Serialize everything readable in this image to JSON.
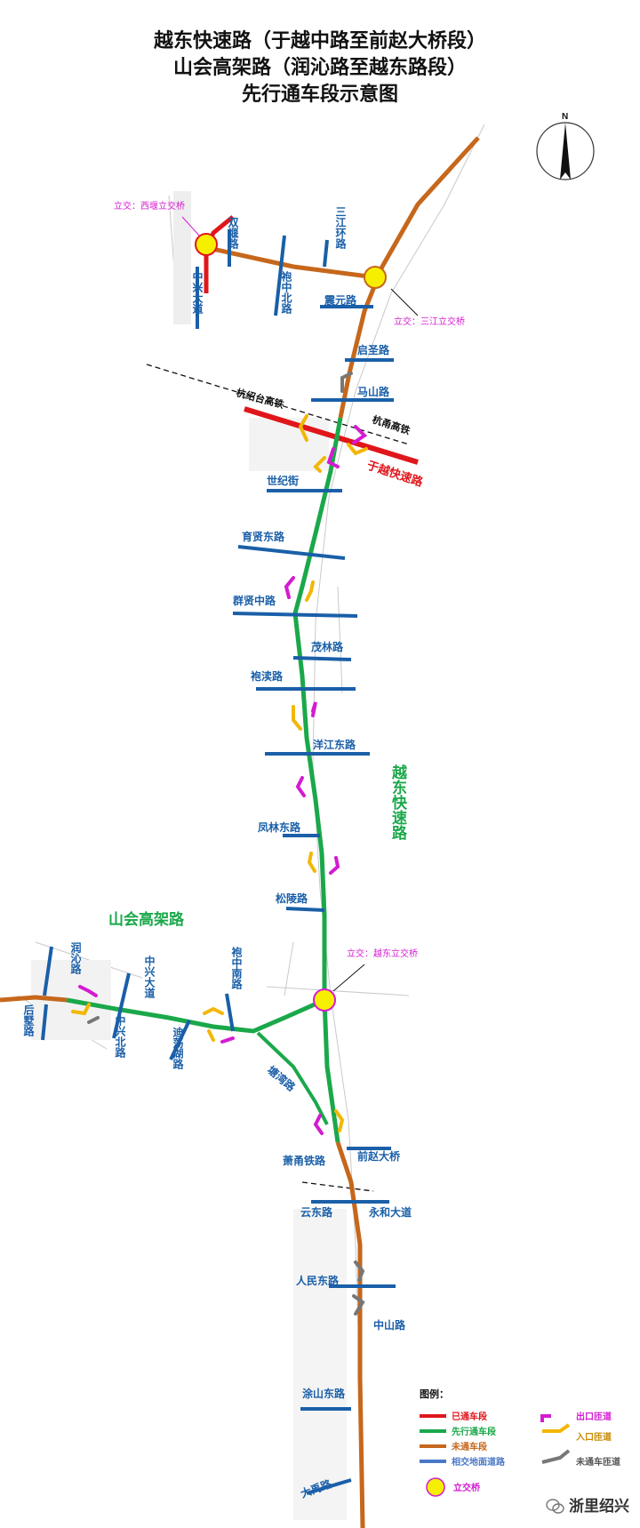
{
  "title": {
    "line1": "越东快速路（于越中路至前赵大桥段）",
    "line2": "山会高架路（润沁路至越东路段）",
    "line3": "先行通车段示意图"
  },
  "colors": {
    "open": "#e0161b",
    "first_open": "#1aa84a",
    "not_open": "#c6671b",
    "ground_road": "#1a5fa8",
    "exit_ramp": "#d41bd1",
    "entry_ramp": "#f2b705",
    "closed_ramp": "#777777",
    "interchange": "#f7ef00"
  },
  "compass": {
    "north": "N"
  },
  "interchanges": {
    "xiyan": "立交：西堰立交桥",
    "sanjiang": "立交：三江立交桥",
    "yuedong": "立交：越东立交桥"
  },
  "roads": {
    "shuangyan": "双堰路",
    "sanjiang_ring": "三江环路",
    "zhongxing": "中兴大道",
    "paozhong_north": "袍中北路",
    "zhenyuan": "震元路",
    "qisheng": "启圣路",
    "mashan": "马山路",
    "hangshao_rail": "杭绍台高铁",
    "hangyong_rail": "杭甬高铁",
    "yuyue": "于越快速路",
    "shiji": "世纪街",
    "yuxian_east": "育贤东路",
    "qunxian_middle": "群贤中路",
    "maolin": "茂林路",
    "paodu": "袍渎路",
    "yangjiang_east": "洋江东路",
    "fenglin_east": "凤林东路",
    "songling": "松陵路",
    "yuedong_expressway": "越东快速路",
    "shanhui_elevated": "山会高架路",
    "runqin": "润沁路",
    "houshu": "后墅路",
    "zhongxing_avenue": "中兴大道",
    "zhongxing_north": "中兴北路",
    "paozhong_south": "袍中南路",
    "didang_lake": "迪荡湖路",
    "tangwan": "塘湾路",
    "xiaoyong_rail": "萧甬铁路",
    "qianzhao_bridge": "前赵大桥",
    "yundong": "云东路",
    "yonghe": "永和大道",
    "renmin_east": "人民东路",
    "zhongshan": "中山路",
    "tushan_east": "涂山东路",
    "dayu": "大禹路"
  },
  "legend": {
    "title": "图例：",
    "open": "已通车段",
    "first_open": "先行通车段",
    "not_open": "未通车段",
    "ground_road": "相交地面道路",
    "interchange": "立交桥",
    "exit_ramp": "出口匝道",
    "entry_ramp": "入口匝道",
    "closed_ramp": "未通车匝道"
  },
  "watermark": "浙里绍兴"
}
